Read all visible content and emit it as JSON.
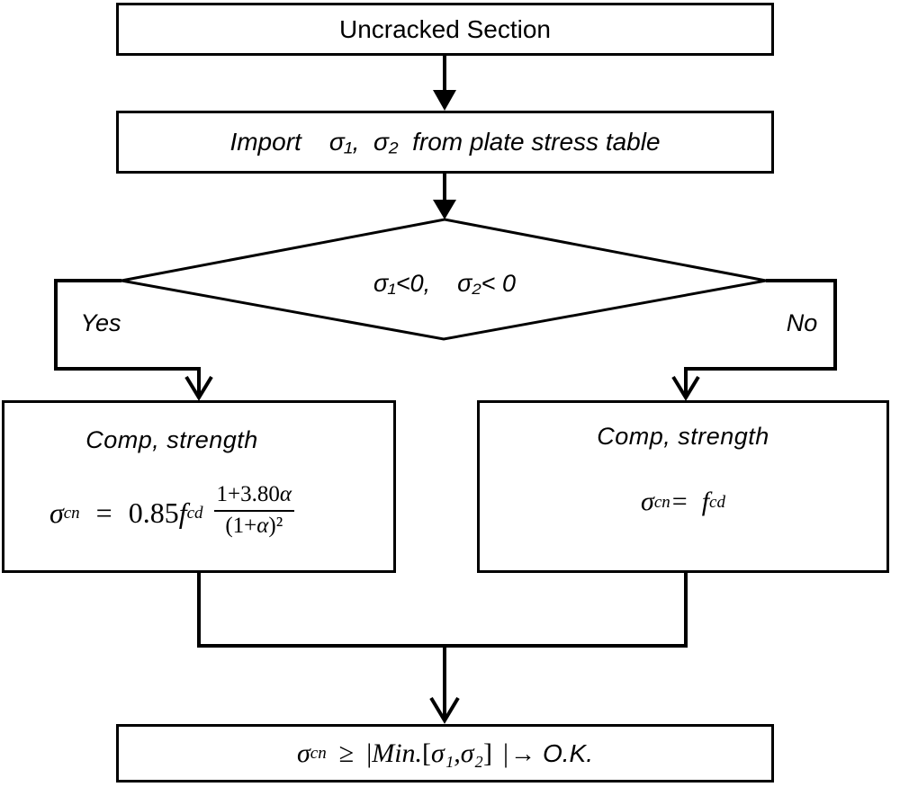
{
  "colors": {
    "ink": "#000000",
    "background": "#ffffff"
  },
  "flow": {
    "start": {
      "label": "Uncracked Section"
    },
    "import_step": {
      "label": "Import    σ₁,  σ₂  from plate stress table"
    },
    "decision": {
      "condition": "σ₁<0,    σ₂< 0",
      "yes_label": "Yes",
      "no_label": "No"
    },
    "comp_left": {
      "title": "Comp, strength",
      "formula": {
        "sigma": "σ",
        "sigma_sub": "cn",
        "equals": "=",
        "coefficient": "0.85",
        "f": "f",
        "f_sub": "cd",
        "numerator_pre": "1+3.80",
        "alpha": "α",
        "denominator_pre": "(1+",
        "denominator_post": ")²"
      }
    },
    "comp_right": {
      "title": "Comp, strength",
      "formula": {
        "sigma": "σ",
        "sigma_sub": "cn",
        "equals": "=",
        "f": "f",
        "f_sub": "cd"
      }
    },
    "result": {
      "formula": {
        "sigma": "σ",
        "sigma_sub": "cn",
        "geq": "≥",
        "pipe_open": "|",
        "min_label": "Min.",
        "bracket_open": "[",
        "sigmas": "σ₁,σ₂",
        "bracket_close": "]",
        "pipe_close": "|",
        "arrow": "→",
        "ok_label": "O.K."
      }
    }
  }
}
